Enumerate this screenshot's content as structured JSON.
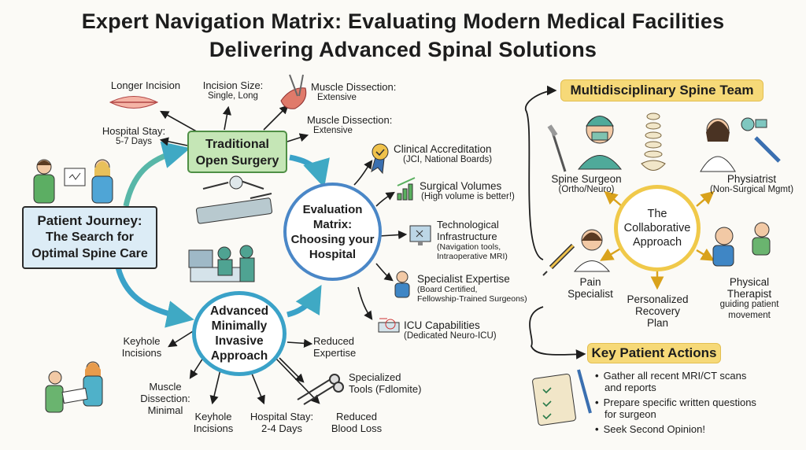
{
  "title": {
    "line1": "Expert Navigation Matrix: Evaluating Modern Medical Facilities",
    "line2": "Delivering Advanced Spinal Solutions"
  },
  "colors": {
    "green": "#bfe3b0",
    "teal": "#2f9fb8",
    "blue": "#6ba7d8",
    "gold": "#f6d978",
    "ring": "#f0c94a"
  },
  "journey": {
    "line1": "Patient Journey:",
    "line2": "The Search for",
    "line3": "Optimal Spine Care"
  },
  "traditional": {
    "line1": "Traditional",
    "line2": "Open Surgery",
    "longer_incision": "Longer Incision",
    "incision_size_a": "Incision Size:",
    "incision_size_b": "Single, Long",
    "muscle1_a": "Muscle Dissection:",
    "muscle1_b": "Extensive",
    "muscle2_a": "Muscle Dissection:",
    "muscle2_b": "Extensive",
    "stay_a": "Hospital Stay:",
    "stay_b": "5-7 Days"
  },
  "matrix": {
    "line1": "Evaluation",
    "line2": "Matrix:",
    "line3": "Choosing your",
    "line4": "Hospital",
    "accreditation_title": "Clinical Accreditation",
    "accreditation_sub": "(JCI, National Boards)",
    "volumes_title": "Surgical Volumes",
    "volumes_sub": "(High volume is better!)",
    "tech_title_a": "Technological",
    "tech_title_b": "Infrastructure",
    "tech_sub_a": "(Navigation tools,",
    "tech_sub_b": "Intraoperative MRI)",
    "specialist_title": "Specialist Expertise",
    "specialist_sub_a": "(Board Certified,",
    "specialist_sub_b": "Fellowship-Trained Surgeons)",
    "icu_title": "ICU Capabilities",
    "icu_sub": "(Dedicated Neuro-ICU)"
  },
  "mis": {
    "line1": "Advanced",
    "line2": "Minimally",
    "line3": "Invasive",
    "line4": "Approach",
    "keyhole1_a": "Keyhole",
    "keyhole1_b": "Incisions",
    "muscle_a": "Muscle",
    "muscle_b": "Dissection:",
    "muscle_c": "Minimal",
    "keyhole2_a": "Keyhole",
    "keyhole2_b": "Incisions",
    "stay_a": "Hospital Stay:",
    "stay_b": "2-4 Days",
    "blood_a": "Reduced",
    "blood_b": "Blood Loss",
    "expertise_a": "Reduced",
    "expertise_b": "Expertise",
    "tools_a": "Specialized",
    "tools_b": "Tools (Fdlomite)"
  },
  "team": {
    "header": "Multidisciplinary Spine Team",
    "center_a": "The",
    "center_b": "Collaborative",
    "center_c": "Approach",
    "surgeon_a": "Spine Surgeon",
    "surgeon_b": "(Ortho/Neuro)",
    "physiatrist_a": "Physiatrist",
    "physiatrist_b": "(Non-Surgical Mgmt)",
    "pain_a": "Pain",
    "pain_b": "Specialist",
    "recovery_a": "Personalized",
    "recovery_b": "Recovery",
    "recovery_c": "Plan",
    "pt_a": "Physical",
    "pt_b": "Therapist",
    "pt_c": "guiding patient",
    "pt_d": "movement"
  },
  "actions": {
    "header": "Key Patient Actions",
    "item1_a": "Gather all recent MRI/CT scans",
    "item1_b": "and reports",
    "item2_a": "Prepare specific written questions",
    "item2_b": "for surgeon",
    "item3": "Seek Second Opinion!"
  }
}
